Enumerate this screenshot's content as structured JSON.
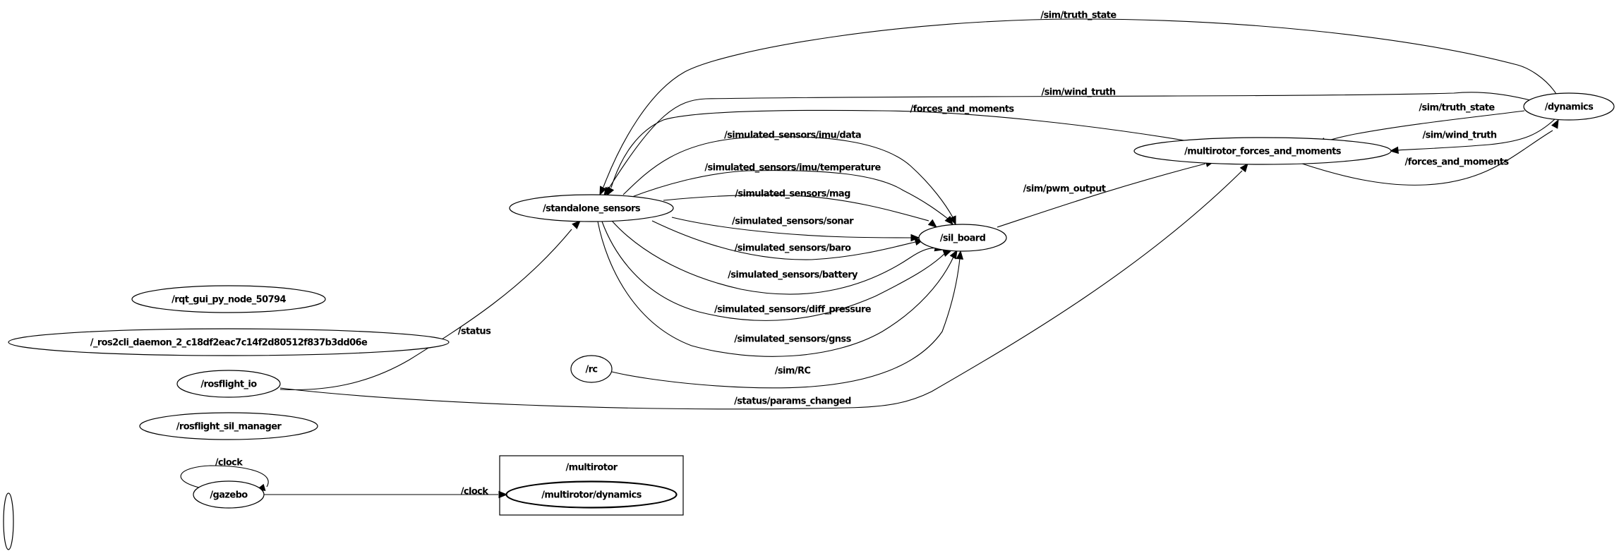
{
  "graph": {
    "nodes": [
      {
        "id": "standalone_sensors",
        "label": "/standalone_sensors"
      },
      {
        "id": "sil_board",
        "label": "/sil_board"
      },
      {
        "id": "multirotor_forces_and_moments",
        "label": "/multirotor_forces_and_moments"
      },
      {
        "id": "dynamics",
        "label": "/dynamics"
      },
      {
        "id": "rqt_gui_py_node",
        "label": "/rqt_gui_py_node_50794"
      },
      {
        "id": "ros2cli_daemon",
        "label": "/_ros2cli_daemon_2_c18df2eac7c14f2d80512f837b3dd06e"
      },
      {
        "id": "rosflight_io",
        "label": "/rosflight_io"
      },
      {
        "id": "rosflight_sil_manager",
        "label": "/rosflight_sil_manager"
      },
      {
        "id": "gazebo",
        "label": "/gazebo"
      },
      {
        "id": "rc",
        "label": "/rc"
      },
      {
        "id": "multirotor_dynamics",
        "label": "/multirotor/dynamics"
      },
      {
        "id": "unnamed",
        "label": ""
      }
    ],
    "clusters": [
      {
        "id": "multirotor",
        "label": "/multirotor",
        "contains": [
          "multirotor_dynamics"
        ]
      }
    ],
    "edges": [
      {
        "id": "e1",
        "from": "dynamics",
        "to": "standalone_sensors",
        "topic": "/sim/truth_state"
      },
      {
        "id": "e2",
        "from": "dynamics",
        "to": "standalone_sensors",
        "topic": "/sim/wind_truth"
      },
      {
        "id": "e3",
        "from": "multirotor_forces_and_moments",
        "to": "standalone_sensors",
        "topic": "/forces_and_moments"
      },
      {
        "id": "e4",
        "from": "standalone_sensors",
        "to": "sil_board",
        "topic": "/simulated_sensors/imu/data"
      },
      {
        "id": "e5",
        "from": "standalone_sensors",
        "to": "sil_board",
        "topic": "/simulated_sensors/imu/temperature"
      },
      {
        "id": "e6",
        "from": "standalone_sensors",
        "to": "sil_board",
        "topic": "/simulated_sensors/mag"
      },
      {
        "id": "e7",
        "from": "standalone_sensors",
        "to": "sil_board",
        "topic": "/simulated_sensors/sonar"
      },
      {
        "id": "e8",
        "from": "standalone_sensors",
        "to": "sil_board",
        "topic": "/simulated_sensors/baro"
      },
      {
        "id": "e9",
        "from": "standalone_sensors",
        "to": "sil_board",
        "topic": "/simulated_sensors/battery"
      },
      {
        "id": "e10",
        "from": "standalone_sensors",
        "to": "sil_board",
        "topic": "/simulated_sensors/diff_pressure"
      },
      {
        "id": "e11",
        "from": "standalone_sensors",
        "to": "sil_board",
        "topic": "/simulated_sensors/gnss"
      },
      {
        "id": "e12",
        "from": "rc",
        "to": "sil_board",
        "topic": "/sim/RC"
      },
      {
        "id": "e13",
        "from": "sil_board",
        "to": "multirotor_forces_and_moments",
        "topic": "/sim/pwm_output"
      },
      {
        "id": "e14",
        "from": "dynamics",
        "to": "multirotor_forces_and_moments",
        "topic": "/sim/truth_state"
      },
      {
        "id": "e15",
        "from": "dynamics",
        "to": "multirotor_forces_and_moments",
        "topic": "/sim/wind_truth"
      },
      {
        "id": "e16",
        "from": "multirotor_forces_and_moments",
        "to": "dynamics",
        "topic": "/forces_and_moments"
      },
      {
        "id": "e17",
        "from": "rosflight_io",
        "to": "standalone_sensors",
        "topic": "/status"
      },
      {
        "id": "e18",
        "from": "rosflight_io",
        "to": "multirotor_forces_and_moments",
        "topic": "/status/params_changed"
      },
      {
        "id": "e19",
        "from": "gazebo",
        "to": "gazebo",
        "topic": "/clock"
      },
      {
        "id": "e20",
        "from": "gazebo",
        "to": "multirotor_dynamics",
        "topic": "/clock"
      }
    ]
  }
}
